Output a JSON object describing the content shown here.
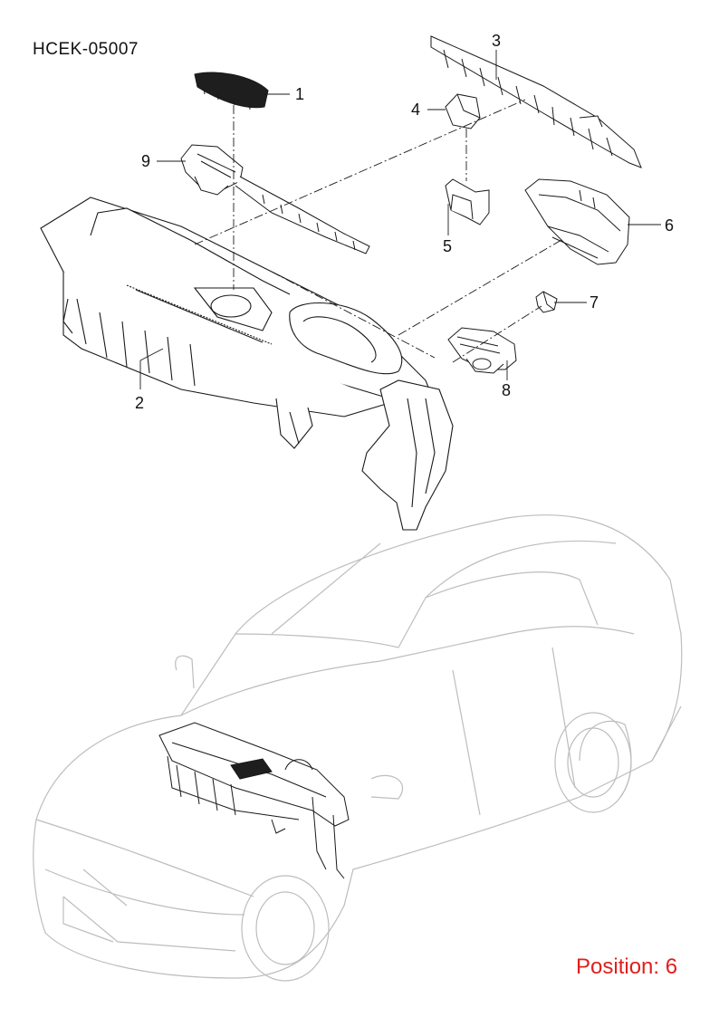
{
  "document_code": "HCEK-05007",
  "position_label": "Position: 6",
  "colors": {
    "line": "#1a1a1a",
    "car_outline": "#bdbdbd",
    "position_text": "#e0201b",
    "dark_panel": "#1e1e1e"
  },
  "callouts": [
    {
      "id": "1",
      "label": "1"
    },
    {
      "id": "2",
      "label": "2"
    },
    {
      "id": "3",
      "label": "3"
    },
    {
      "id": "4",
      "label": "4"
    },
    {
      "id": "5",
      "label": "5"
    },
    {
      "id": "6",
      "label": "6"
    },
    {
      "id": "7",
      "label": "7"
    },
    {
      "id": "8",
      "label": "8"
    },
    {
      "id": "9",
      "label": "9"
    }
  ]
}
